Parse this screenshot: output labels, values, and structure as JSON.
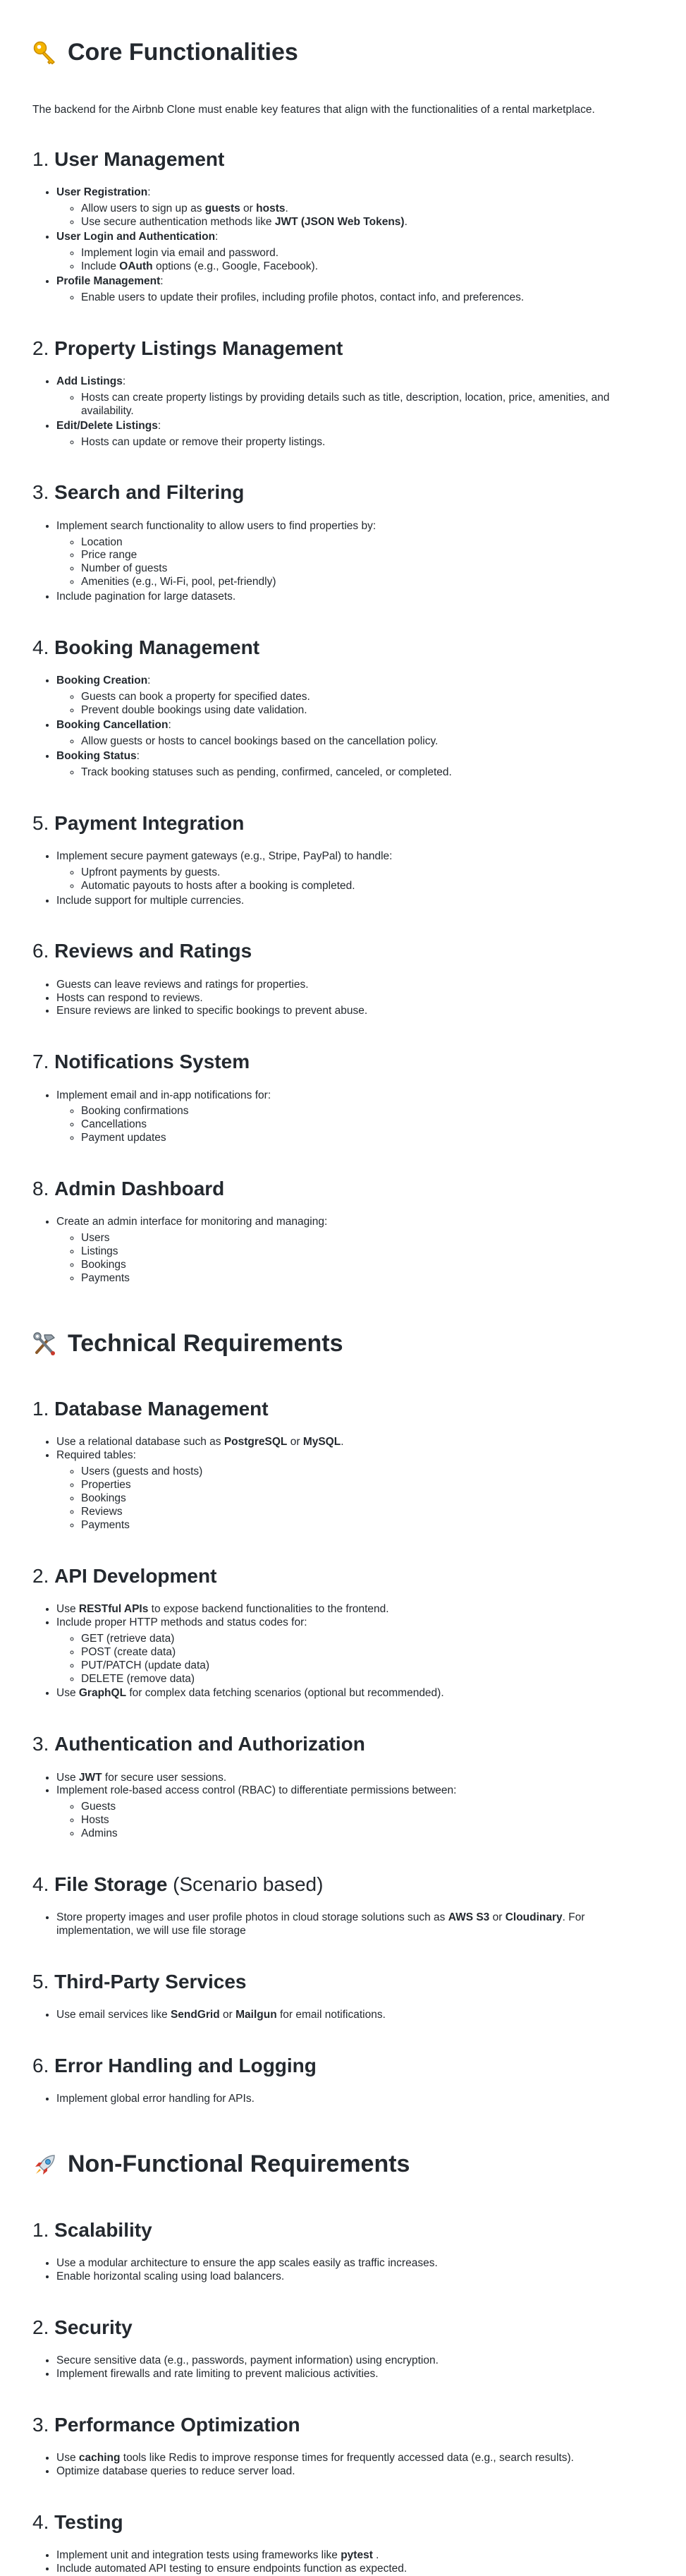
{
  "core": {
    "heading": "Core Functionalities",
    "icon": "key-icon",
    "intro": "The backend for the Airbnb Clone must enable key features that align with the functionalities of a rental marketplace.",
    "sections": [
      {
        "num": "1.",
        "title": "User Management",
        "items": [
          {
            "label": "User Registration",
            "suffix": ":",
            "subs": [
              [
                {
                  "t": "Allow users to sign up as "
                },
                {
                  "t": "guests",
                  "b": true
                },
                {
                  "t": " or "
                },
                {
                  "t": "hosts",
                  "b": true
                },
                {
                  "t": "."
                }
              ],
              [
                {
                  "t": "Use secure authentication methods like "
                },
                {
                  "t": "JWT (JSON Web Tokens)",
                  "b": true
                },
                {
                  "t": "."
                }
              ]
            ]
          },
          {
            "label": "User Login and Authentication",
            "suffix": ":",
            "subs": [
              [
                {
                  "t": "Implement login via email and password."
                }
              ],
              [
                {
                  "t": "Include "
                },
                {
                  "t": "OAuth",
                  "b": true
                },
                {
                  "t": " options (e.g., Google, Facebook)."
                }
              ]
            ]
          },
          {
            "label": "Profile Management",
            "suffix": ":",
            "subs": [
              [
                {
                  "t": "Enable users to update their profiles, including profile photos, contact info, and preferences."
                }
              ]
            ]
          }
        ]
      },
      {
        "num": "2.",
        "title": "Property Listings Management",
        "items": [
          {
            "label": "Add Listings",
            "suffix": ":",
            "subs": [
              [
                {
                  "t": "Hosts can create property listings by providing details such as title, description, location, price, amenities, and availability."
                }
              ]
            ]
          },
          {
            "label": "Edit/Delete Listings",
            "suffix": ":",
            "subs": [
              [
                {
                  "t": "Hosts can update or remove their property listings."
                }
              ]
            ]
          }
        ]
      },
      {
        "num": "3.",
        "title": "Search and Filtering",
        "items": [
          {
            "text": "Implement search functionality to allow users to find properties by:",
            "subs": [
              [
                {
                  "t": "Location"
                }
              ],
              [
                {
                  "t": "Price range"
                }
              ],
              [
                {
                  "t": "Number of guests"
                }
              ],
              [
                {
                  "t": "Amenities (e.g., Wi-Fi, pool, pet-friendly)"
                }
              ]
            ]
          },
          {
            "text": "Include pagination for large datasets."
          }
        ]
      },
      {
        "num": "4.",
        "title": "Booking Management",
        "items": [
          {
            "label": "Booking Creation",
            "suffix": ":",
            "subs": [
              [
                {
                  "t": "Guests can book a property for specified dates."
                }
              ],
              [
                {
                  "t": "Prevent double bookings using date validation."
                }
              ]
            ]
          },
          {
            "label": "Booking Cancellation",
            "suffix": ":",
            "subs": [
              [
                {
                  "t": "Allow guests or hosts to cancel bookings based on the cancellation policy."
                }
              ]
            ]
          },
          {
            "label": "Booking Status",
            "suffix": ":",
            "subs": [
              [
                {
                  "t": "Track booking statuses such as pending, confirmed, canceled, or completed."
                }
              ]
            ]
          }
        ]
      },
      {
        "num": "5.",
        "title": "Payment Integration",
        "items": [
          {
            "text": "Implement secure payment gateways (e.g., Stripe, PayPal) to handle:",
            "subs": [
              [
                {
                  "t": "Upfront payments by guests."
                }
              ],
              [
                {
                  "t": "Automatic payouts to hosts after a booking is completed."
                }
              ]
            ]
          },
          {
            "text": "Include support for multiple currencies."
          }
        ]
      },
      {
        "num": "6.",
        "title": "Reviews and Ratings",
        "items": [
          {
            "text": "Guests can leave reviews and ratings for properties."
          },
          {
            "text": "Hosts can respond to reviews."
          },
          {
            "text": "Ensure reviews are linked to specific bookings to prevent abuse."
          }
        ]
      },
      {
        "num": "7.",
        "title": "Notifications System",
        "items": [
          {
            "text": "Implement email and in-app notifications for:",
            "subs": [
              [
                {
                  "t": "Booking confirmations"
                }
              ],
              [
                {
                  "t": "Cancellations"
                }
              ],
              [
                {
                  "t": "Payment updates"
                }
              ]
            ]
          }
        ]
      },
      {
        "num": "8.",
        "title": "Admin Dashboard",
        "items": [
          {
            "text": "Create an admin interface for monitoring and managing:",
            "subs": [
              [
                {
                  "t": "Users"
                }
              ],
              [
                {
                  "t": "Listings"
                }
              ],
              [
                {
                  "t": "Bookings"
                }
              ],
              [
                {
                  "t": "Payments"
                }
              ]
            ]
          }
        ]
      }
    ]
  },
  "technical": {
    "heading": "Technical Requirements",
    "icon": "tools-icon",
    "sections": [
      {
        "num": "1.",
        "title": "Database Management",
        "items": [
          {
            "rich": [
              {
                "t": "Use a relational database such as "
              },
              {
                "t": "PostgreSQL",
                "b": true
              },
              {
                "t": " or "
              },
              {
                "t": "MySQL",
                "b": true
              },
              {
                "t": "."
              }
            ]
          },
          {
            "text": "Required tables:",
            "subs": [
              [
                {
                  "t": "Users (guests and hosts)"
                }
              ],
              [
                {
                  "t": "Properties"
                }
              ],
              [
                {
                  "t": "Bookings"
                }
              ],
              [
                {
                  "t": "Reviews"
                }
              ],
              [
                {
                  "t": "Payments"
                }
              ]
            ]
          }
        ]
      },
      {
        "num": "2.",
        "title": "API Development",
        "items": [
          {
            "rich": [
              {
                "t": "Use "
              },
              {
                "t": "RESTful APIs",
                "b": true
              },
              {
                "t": " to expose backend functionalities to the frontend."
              }
            ]
          },
          {
            "text": "Include proper HTTP methods and status codes for:",
            "subs": [
              [
                {
                  "t": "GET (retrieve data)"
                }
              ],
              [
                {
                  "t": "POST (create data)"
                }
              ],
              [
                {
                  "t": "PUT/PATCH (update data)"
                }
              ],
              [
                {
                  "t": "DELETE (remove data)"
                }
              ]
            ]
          },
          {
            "rich": [
              {
                "t": "Use "
              },
              {
                "t": "GraphQL",
                "b": true
              },
              {
                "t": " for complex data fetching scenarios (optional but recommended)."
              }
            ]
          }
        ]
      },
      {
        "num": "3.",
        "title": "Authentication and Authorization",
        "items": [
          {
            "rich": [
              {
                "t": "Use "
              },
              {
                "t": "JWT",
                "b": true
              },
              {
                "t": " for secure user sessions."
              }
            ]
          },
          {
            "text": "Implement role-based access control (RBAC) to differentiate permissions between:",
            "subs": [
              [
                {
                  "t": "Guests"
                }
              ],
              [
                {
                  "t": "Hosts"
                }
              ],
              [
                {
                  "t": "Admins"
                }
              ]
            ]
          }
        ]
      },
      {
        "num": "4.",
        "title": "File Storage",
        "title_suffix": " (Scenario based)",
        "items": [
          {
            "rich": [
              {
                "t": "Store property images and user profile photos in cloud storage solutions such as "
              },
              {
                "t": "AWS S3",
                "b": true
              },
              {
                "t": " or "
              },
              {
                "t": "Cloudinary",
                "b": true
              },
              {
                "t": ". For implementation, we will use file storage"
              }
            ]
          }
        ]
      },
      {
        "num": "5.",
        "title": "Third-Party Services",
        "items": [
          {
            "rich": [
              {
                "t": "Use email services like "
              },
              {
                "t": "SendGrid",
                "b": true
              },
              {
                "t": " or "
              },
              {
                "t": "Mailgun",
                "b": true
              },
              {
                "t": " for email notifications."
              }
            ]
          }
        ]
      },
      {
        "num": "6.",
        "title": "Error Handling and Logging",
        "items": [
          {
            "text": "Implement global error handling for APIs."
          }
        ]
      }
    ]
  },
  "nonfunctional": {
    "heading": "Non-Functional Requirements",
    "icon": "rocket-icon",
    "sections": [
      {
        "num": "1.",
        "title": "Scalability",
        "items": [
          {
            "text": "Use a modular architecture to ensure the app scales easily as traffic increases."
          },
          {
            "text": "Enable horizontal scaling using load balancers."
          }
        ]
      },
      {
        "num": "2.",
        "title": "Security",
        "items": [
          {
            "text": "Secure sensitive data (e.g., passwords, payment information) using encryption."
          },
          {
            "text": "Implement firewalls and rate limiting to prevent malicious activities."
          }
        ]
      },
      {
        "num": "3.",
        "title": "Performance Optimization",
        "items": [
          {
            "rich": [
              {
                "t": "Use "
              },
              {
                "t": "caching",
                "b": true
              },
              {
                "t": " tools like Redis to improve response times for frequently accessed data (e.g., search results)."
              }
            ]
          },
          {
            "text": "Optimize database queries to reduce server load."
          }
        ]
      },
      {
        "num": "4.",
        "title": "Testing",
        "items": [
          {
            "rich": [
              {
                "t": "Implement unit and integration tests using frameworks like "
              },
              {
                "t": "pytest",
                "b": true
              },
              {
                "t": " ."
              }
            ]
          },
          {
            "text": "Include automated API testing to ensure endpoints function as expected."
          }
        ]
      }
    ]
  }
}
